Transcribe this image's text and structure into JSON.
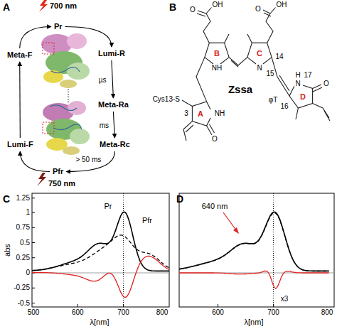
{
  "diagram": {
    "nodes": [
      {
        "text": [
          "Pr"
        ]
      },
      {
        "text": [
          "Lumi-R"
        ]
      },
      {
        "text": [
          "Meta-Ra"
        ]
      },
      {
        "text": [
          "Meta-Rc"
        ]
      },
      {
        "text": [
          "Pfr"
        ]
      },
      {
        "text": [
          "Lumi-F"
        ]
      },
      {
        "text": [
          "Meta-F"
        ]
      }
    ],
    "edges": [
      {
        "from": 0,
        "to": 1,
        "arrow": "to"
      },
      {
        "from": 1,
        "to": 2,
        "label": "µs",
        "arrow": "to"
      },
      {
        "from": 2,
        "to": 3,
        "label": "ms",
        "arrow": "to"
      },
      {
        "from": 3,
        "to": 4,
        "label": "> 50 ms",
        "arrow": "to"
      },
      {
        "from": 4,
        "to": 5,
        "arrow": "to"
      },
      {
        "from": 5,
        "to": 6,
        "arrow": "to"
      },
      {
        "from": 6,
        "to": 0,
        "arrow": "to"
      }
    ],
    "labels": [
      "A",
      "700 nm",
      "750 nm",
      "B",
      "O",
      "OH",
      "O",
      "OH",
      "NH",
      "N",
      "NH",
      "O",
      "N",
      "H",
      "O",
      "Cys13-S",
      "Zssa",
      "φT",
      "A",
      "B",
      "C",
      "D",
      "3",
      "14",
      "15",
      "16",
      "17",
      "C",
      "D",
      "1.25",
      "1",
      "0.75",
      "0.5",
      "0.25",
      "0",
      "-0.25",
      "-0.5",
      "abs",
      "500",
      "600",
      "700",
      "800",
      "600",
      "700",
      "800",
      "λ[nm]",
      "λ[nm]",
      "Pr",
      "Pfr",
      "640 nm",
      "x3"
    ]
  }
}
